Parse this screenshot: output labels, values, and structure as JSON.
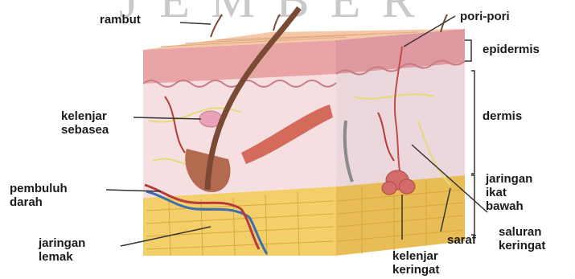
{
  "watermark": "JEMBER",
  "labels": {
    "rambut": "rambut",
    "pori_pori": "pori-pori",
    "epidermis": "epidermis",
    "dermis": "dermis",
    "kelenjar_sebasea": "kelenjar\nsebasea",
    "pembuluh_darah": "pembuluh\ndarah",
    "jaringan_lemak": "jaringan\nlemak",
    "jaringan_ikat_bawah": "jaringan\nikat\nbawah",
    "saluran_keringat": "saluran\nkeringat",
    "saraf": "saraf",
    "kelenjar_keringat": "kelenjar\nkeringat"
  },
  "colors": {
    "epidermis_top": "#f4c8a6",
    "epidermis": "#e9a4a6",
    "dermis": "#f5dfe0",
    "dermis_side": "#ecd7dc",
    "subcutis": "#f3cf6a",
    "subcutis_dark": "#e2b24a",
    "hair": "#7a4a34",
    "blood": "#b83a3a",
    "vein": "#3c6fb2",
    "nerve": "#e6e08a",
    "gland": "#d98b8b",
    "line": "#333333"
  }
}
